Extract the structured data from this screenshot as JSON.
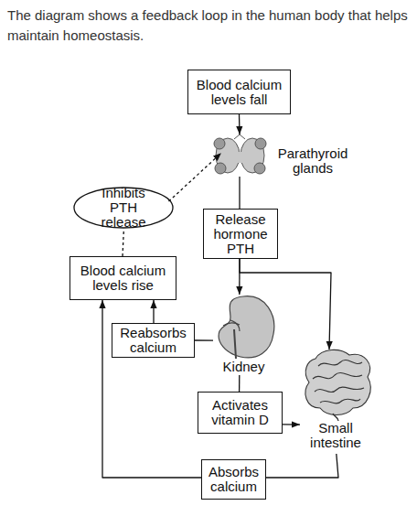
{
  "diagram": {
    "title": "The diagram shows a feedback loop in the human body that helps maintain homeostasis.",
    "nodes": [
      {
        "text": [
          "Blood calcium levels fall"
        ]
      },
      {
        "text": [
          "Parathyroid glands"
        ]
      },
      {
        "text": [
          "Release hormone PTH"
        ]
      },
      {
        "text": [
          "Kidney"
        ]
      },
      {
        "text": [
          "Activates vitamin D"
        ]
      },
      {
        "text": [
          "Small intestine"
        ]
      },
      {
        "text": [
          "Absorbs calcium"
        ]
      },
      {
        "text": [
          "Reabsorbs calcium"
        ]
      },
      {
        "text": [
          "Blood calcium levels rise"
        ]
      },
      {
        "text": [
          "Inhibits PTH release"
        ]
      }
    ],
    "edges": [
      {
        "from": 0,
        "to": 1,
        "arrow": "to"
      },
      {
        "from": 1,
        "to": 2,
        "arrow": "none"
      },
      {
        "from": 2,
        "to": 3,
        "arrow": "to"
      },
      {
        "from": 2,
        "to": 5,
        "arrow": "to"
      },
      {
        "from": 3,
        "to": 7,
        "arrow": "none"
      },
      {
        "from": 7,
        "to": 8,
        "arrow": "to"
      },
      {
        "from": 3,
        "to": 4,
        "arrow": "none"
      },
      {
        "from": 4,
        "to": 5,
        "arrow": "to"
      },
      {
        "from": 5,
        "to": 6,
        "arrow": "none"
      },
      {
        "from": 6,
        "to": 8,
        "arrow": "to"
      },
      {
        "from": 8,
        "to": 9,
        "arrow": "none"
      },
      {
        "from": 9,
        "to": 1,
        "arrow": "to"
      }
    ]
  }
}
